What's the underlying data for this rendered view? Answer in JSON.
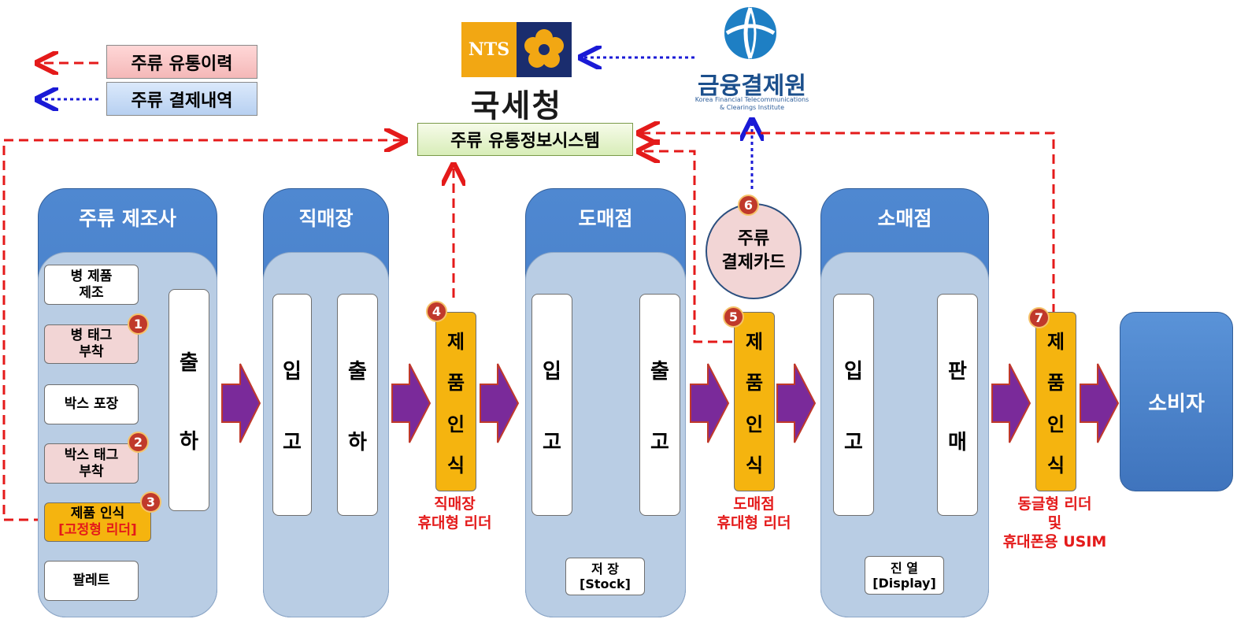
{
  "legend": {
    "distribution_history": "주류 유통이력",
    "payment_history": "주류 결제내역"
  },
  "nts": {
    "logo_text": "NTS",
    "name": "국세청"
  },
  "kftc": {
    "name": "금융결제원",
    "sub_line1": "Korea Financial Telecommunications",
    "sub_line2": "& Clearings Institute"
  },
  "system": {
    "label": "주류 유통정보시스템"
  },
  "manufacturer": {
    "title": "주류 제조사",
    "steps": {
      "bottle_make": "병 제품\n제조",
      "bottle_tag": "병 태그\n부착",
      "box_pack": "박스 포장",
      "box_tag": "박스 태그\n부착",
      "recognize": "제품 인식",
      "recognize_sub": "[고정형 리더]",
      "pallet": "팔레트"
    },
    "ship": [
      "출",
      "하"
    ]
  },
  "direct_store": {
    "title": "직매장",
    "in": [
      "입",
      "고"
    ],
    "out": [
      "출",
      "하"
    ]
  },
  "wholesale": {
    "title": "도매점",
    "in": [
      "입",
      "고"
    ],
    "out": [
      "출",
      "고"
    ],
    "storage": "저 장\n[Stock]"
  },
  "retail": {
    "title": "소매점",
    "in": [
      "입",
      "고"
    ],
    "sell": [
      "판",
      "매"
    ],
    "display": "진 열\n[Display]"
  },
  "recognition": [
    "제",
    "품",
    "인",
    "식"
  ],
  "readers": {
    "direct": "직매장\n휴대형 리더",
    "wholesale": "도매점\n휴대형 리더",
    "retail": "동글형 리더\n및\n휴대폰용 USIM"
  },
  "payment_card": {
    "line1": "주류",
    "line2": "결제카드"
  },
  "consumer": "소비자",
  "badges": [
    "1",
    "2",
    "3",
    "4",
    "5",
    "6",
    "7"
  ],
  "colors": {
    "distribution_arrow": "#e41a1a",
    "payment_arrow": "#1a1ad6",
    "flow_arrow": "#7a2a9a",
    "stage_header": "#4f88d1",
    "recognition": "#f5b40f"
  }
}
